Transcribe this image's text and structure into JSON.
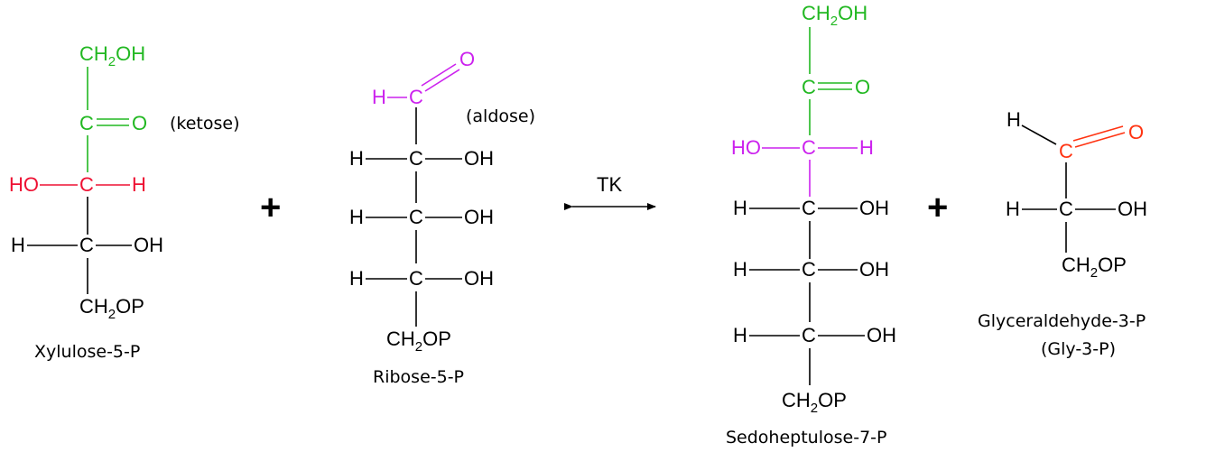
{
  "colors": {
    "black": "#000000",
    "green": "#22b822",
    "red": "#ee1133",
    "magenta": "#cc22ee",
    "orange_red": "#ff3311"
  },
  "atoms": {
    "C": "C",
    "H": "H",
    "O": "O",
    "HO": "HO",
    "OH": "OH",
    "CH": "CH",
    "sub2": "2"
  },
  "groups": {
    "hydroxymethyl_suffix": "OH",
    "phosphate_suffix": "OP"
  },
  "reaction": {
    "enzyme": "TK",
    "plus": "+"
  },
  "labels": {
    "xylulose": "Xylulose-5-P",
    "ketose": "(ketose)",
    "ribose": "Ribose-5-P",
    "aldose": "(aldose)",
    "sedoheptulose": "Sedoheptulose-7-P",
    "glyceraldehyde": "Glyceraldehyde-3-P",
    "gly_abbrev": "(Gly-3-P)"
  }
}
